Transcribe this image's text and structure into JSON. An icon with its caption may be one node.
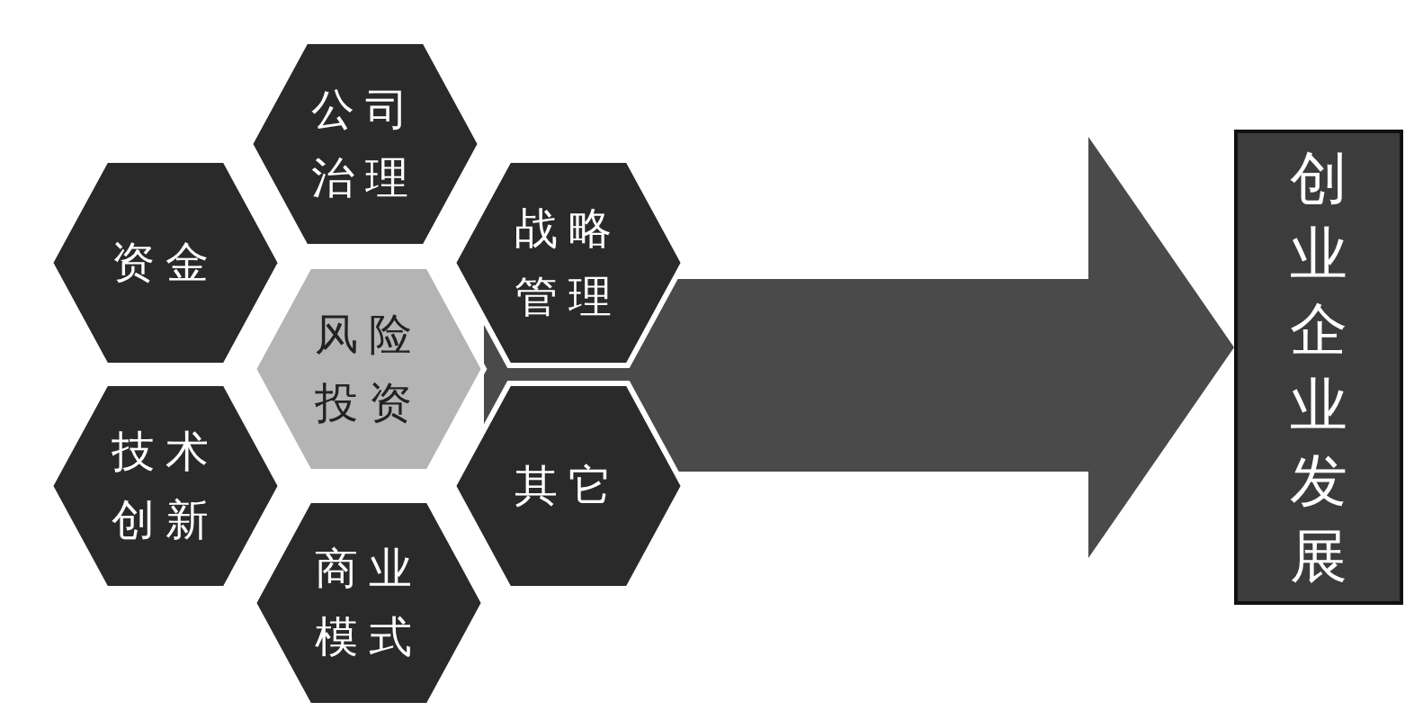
{
  "diagram": {
    "nodes": [
      {
        "text": [
          "风险投资"
        ]
      },
      {
        "text": [
          "公司治理"
        ]
      },
      {
        "text": [
          "资金"
        ]
      },
      {
        "text": [
          "战略管理"
        ]
      },
      {
        "text": [
          "技术创新"
        ]
      },
      {
        "text": [
          "其它"
        ]
      },
      {
        "text": [
          "商业模式"
        ]
      },
      {
        "text": [
          "创业企业发展"
        ]
      }
    ],
    "edges": [
      {
        "from": 0,
        "to": 7,
        "arrow": "to"
      }
    ]
  }
}
